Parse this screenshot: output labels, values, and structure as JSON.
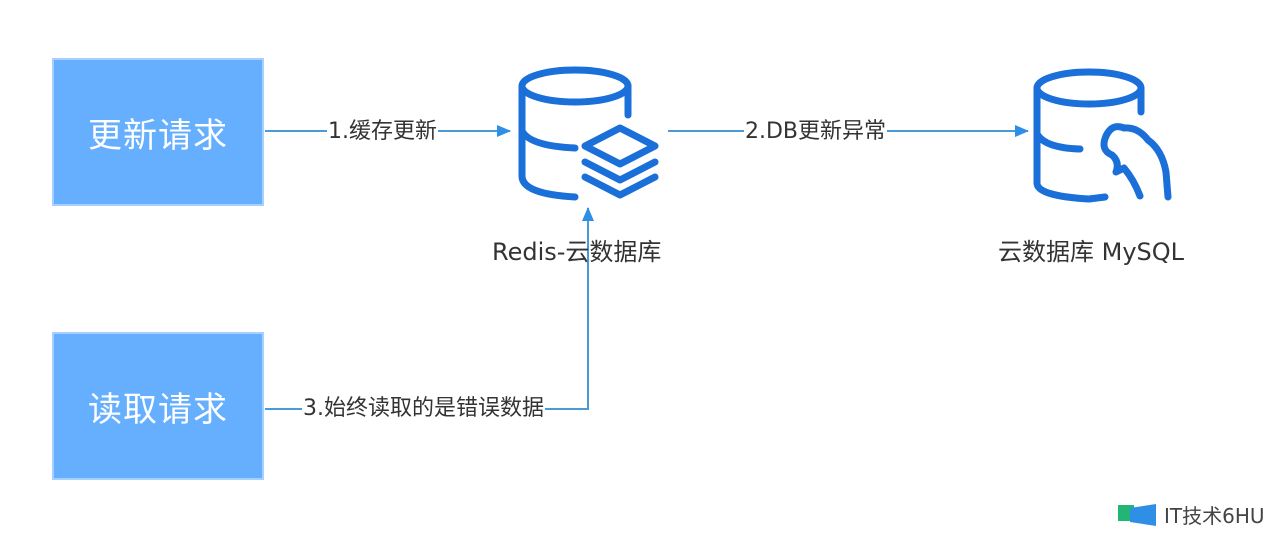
{
  "nodes": {
    "update_request": {
      "label": "更新请求"
    },
    "read_request": {
      "label": "读取请求"
    },
    "redis": {
      "label": "Redis-云数据库",
      "icon": "database-stack-icon"
    },
    "mysql": {
      "label": "云数据库 MySQL",
      "icon": "database-dolphin-icon"
    }
  },
  "edges": [
    {
      "from": "update_request",
      "to": "redis",
      "label": "1.缓存更新"
    },
    {
      "from": "redis",
      "to": "mysql",
      "label": "2.DB更新异常"
    },
    {
      "from": "read_request",
      "to": "redis",
      "label": "3.始终读取的是错误数据"
    }
  ],
  "colors": {
    "box_fill": "#66afff",
    "icon_blue": "#1a6fd8",
    "arrow_blue": "#2f8ee6",
    "line_blue": "#4a9ad8"
  },
  "watermark": {
    "text": "IT技术6HU"
  }
}
